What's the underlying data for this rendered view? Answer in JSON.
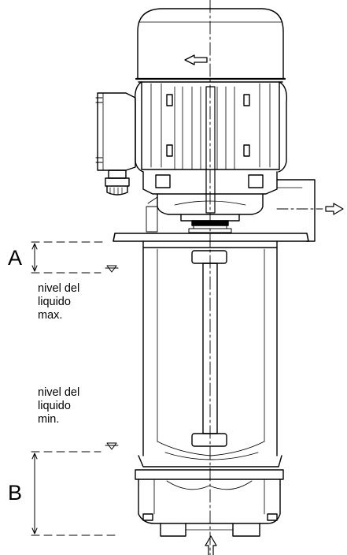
{
  "dimension_labels": {
    "a": "A",
    "b": "B"
  },
  "level_labels": {
    "max": "nivel del\nliquido\nmax.",
    "min": "nivel del\nliquido\nmin."
  },
  "icons": [
    "rotation-direction-arrow-icon",
    "outlet-flow-arrow-icon",
    "inlet-flow-arrow-icon",
    "max-level-triangle-icon",
    "min-level-triangle-icon"
  ],
  "colors": {
    "line": "#000000",
    "background": "#ffffff"
  }
}
